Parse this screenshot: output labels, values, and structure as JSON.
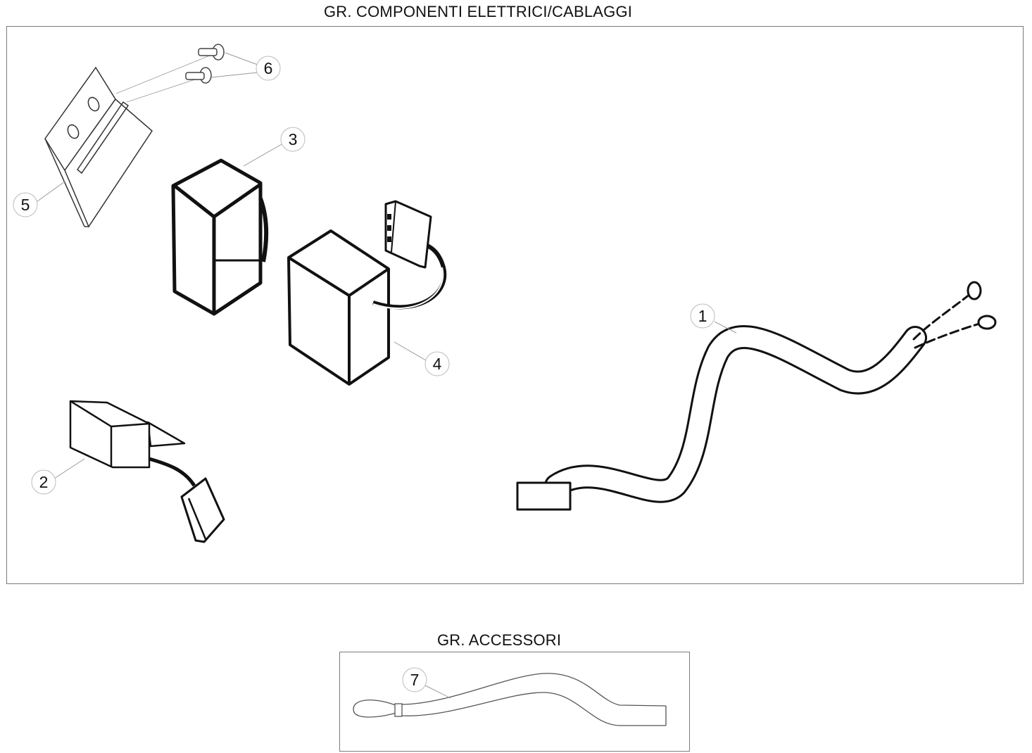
{
  "groups": {
    "electrical": {
      "title": "GR. COMPONENTI ELETTRICI/CABLAGGI",
      "callouts": [
        "1",
        "2",
        "3",
        "4",
        "5",
        "6"
      ]
    },
    "accessories": {
      "title": "GR. ACCESSORI",
      "callouts": [
        "7"
      ]
    }
  }
}
